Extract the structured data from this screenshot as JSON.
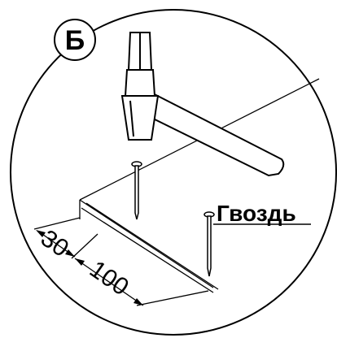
{
  "badge": {
    "letter": "Б"
  },
  "labels": {
    "nail": "Гвоздь",
    "dim_small": "30",
    "dim_large": "100"
  },
  "icons": [
    "hammer-icon",
    "nail-icon"
  ],
  "colors": {
    "ink": "#000000",
    "background": "#ffffff"
  }
}
